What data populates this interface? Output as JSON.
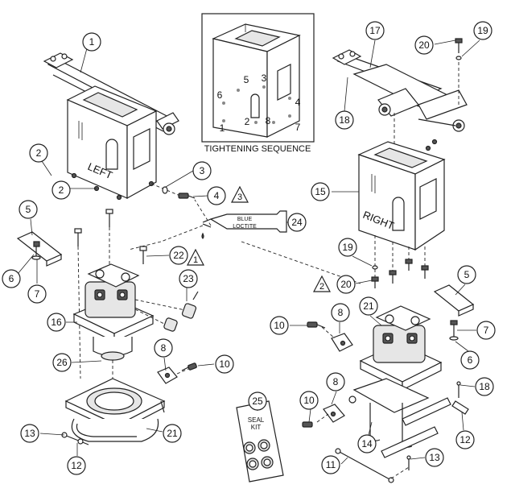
{
  "inset": {
    "caption": "TIGHTENING SEQUENCE",
    "sequence": [
      {
        "n": "5"
      },
      {
        "n": "3"
      },
      {
        "n": "6"
      },
      {
        "n": "4"
      },
      {
        "n": "1"
      },
      {
        "n": "2"
      },
      {
        "n": "8"
      },
      {
        "n": "7"
      }
    ]
  },
  "labels": {
    "left": "LEFT",
    "right": "RIGHT",
    "tube_line1": "BLUE",
    "tube_line2": "LOCTITE",
    "seal_line1": "SEAL",
    "seal_line2": "KIT"
  },
  "callouts": [
    {
      "n": "1"
    },
    {
      "n": "2"
    },
    {
      "n": "2"
    },
    {
      "n": "3"
    },
    {
      "n": "4"
    },
    {
      "n": "5"
    },
    {
      "n": "6"
    },
    {
      "n": "7"
    },
    {
      "n": "22"
    },
    {
      "n": "23"
    },
    {
      "n": "16"
    },
    {
      "n": "26"
    },
    {
      "n": "8"
    },
    {
      "n": "10"
    },
    {
      "n": "13"
    },
    {
      "n": "12"
    },
    {
      "n": "21"
    },
    {
      "n": "24"
    },
    {
      "n": "25"
    },
    {
      "n": "17"
    },
    {
      "n": "20"
    },
    {
      "n": "19"
    },
    {
      "n": "18"
    },
    {
      "n": "15"
    },
    {
      "n": "19"
    },
    {
      "n": "20"
    },
    {
      "n": "5"
    },
    {
      "n": "7"
    },
    {
      "n": "6"
    },
    {
      "n": "10"
    },
    {
      "n": "8"
    },
    {
      "n": "21"
    },
    {
      "n": "8"
    },
    {
      "n": "10"
    },
    {
      "n": "14"
    },
    {
      "n": "18"
    },
    {
      "n": "12"
    },
    {
      "n": "11"
    },
    {
      "n": "13"
    }
  ],
  "warnings": [
    {
      "n": "3"
    },
    {
      "n": "1"
    },
    {
      "n": "2"
    }
  ]
}
